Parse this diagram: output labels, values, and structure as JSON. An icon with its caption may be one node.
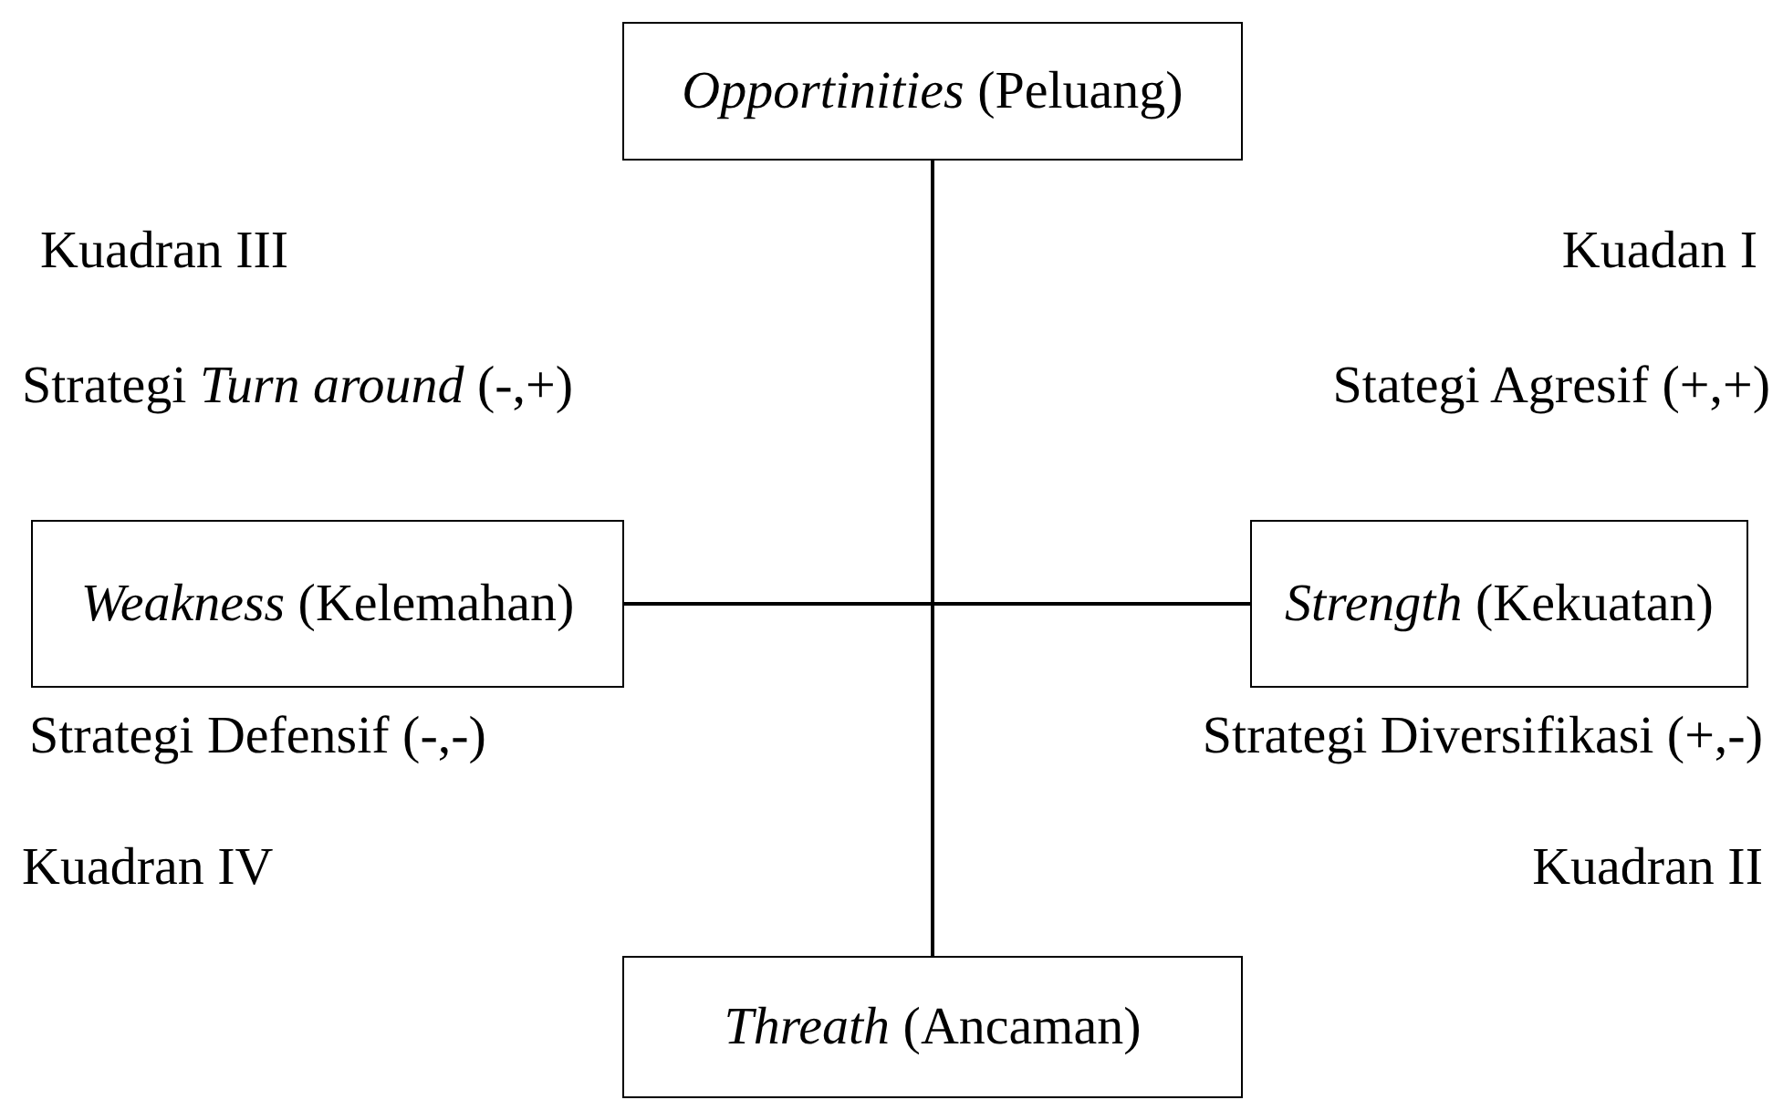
{
  "diagram": {
    "nodes": [
      {
        "text": [
          "*Opportinities* (Peluang)"
        ]
      },
      {
        "text": [
          "*Weakness* (Kelemahan)"
        ]
      },
      {
        "text": [
          "*Strength* (Kekuatan)"
        ]
      },
      {
        "text": [
          "*Threath* (Ancaman)"
        ]
      }
    ],
    "edges": [
      {
        "from": 0,
        "to": 3,
        "arrow": "none"
      },
      {
        "from": 1,
        "to": 2,
        "arrow": "none"
      }
    ],
    "labels": [
      "Kuadran III",
      "Kuadan I",
      "Strategi *Turn around* (-,+)",
      "Stategi Agresif (+,+)",
      "Strategi Defensif (-,-)",
      "Strategi Diversifikasi (+,-)",
      "Kuadran IV",
      "Kuadran II"
    ]
  }
}
